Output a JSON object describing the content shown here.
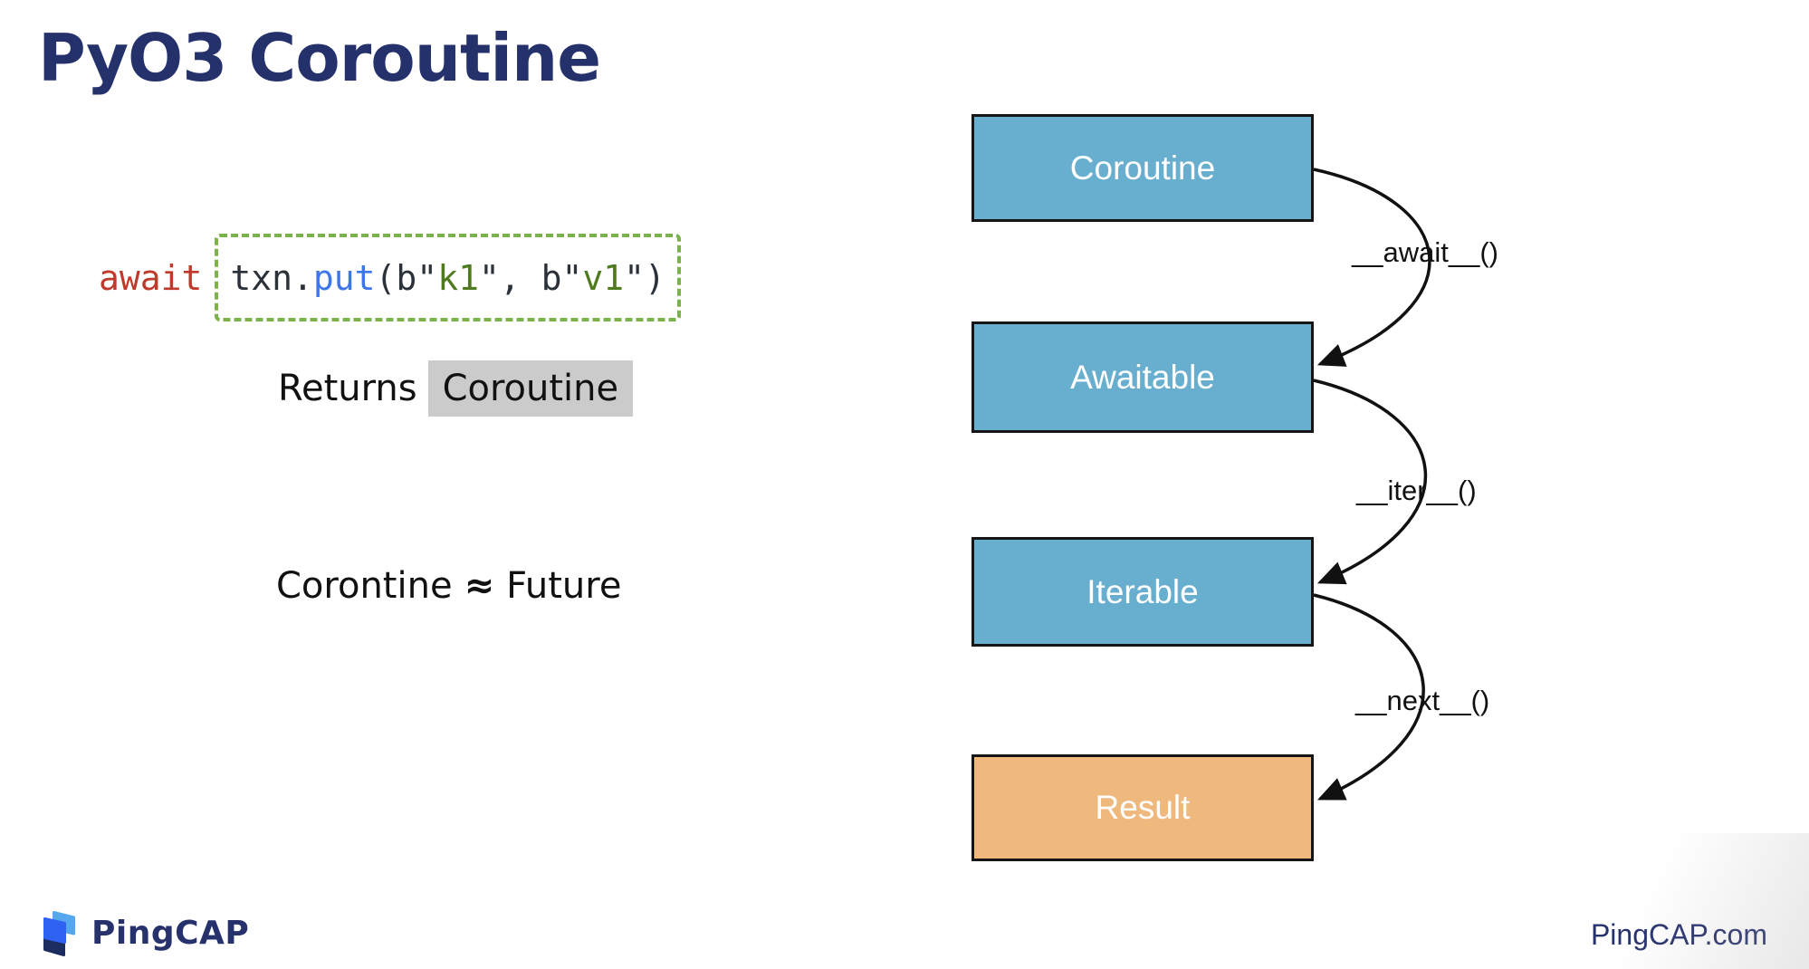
{
  "title": "PyO3 Coroutine",
  "code": {
    "keyword": "await",
    "tokens": [
      {
        "t": "txn."
      },
      {
        "t": "put"
      },
      {
        "t": "(b\""
      },
      {
        "t": "k1"
      },
      {
        "t": "\", b\""
      },
      {
        "t": "v1"
      },
      {
        "t": "\")"
      }
    ]
  },
  "notes": {
    "returns_label": "Returns",
    "returns_value": "Coroutine",
    "equiv_left": "Corontine",
    "equiv_symbol": "≈",
    "equiv_right": "Future"
  },
  "diagram": {
    "boxes": [
      {
        "label": "Coroutine",
        "color": "blue"
      },
      {
        "label": "Awaitable",
        "color": "blue"
      },
      {
        "label": "Iterable",
        "color": "blue"
      },
      {
        "label": "Result",
        "color": "orange"
      }
    ],
    "arrows": [
      {
        "label": "__await__()",
        "from": "Coroutine",
        "to": "Awaitable"
      },
      {
        "label": "__iter__()",
        "from": "Awaitable",
        "to": "Iterable"
      },
      {
        "label": "__next__()",
        "from": "Iterable",
        "to": "Result"
      }
    ]
  },
  "footer": {
    "logo_text": "PingCAP",
    "site": "PingCAP.com"
  },
  "colors": {
    "title-navy": "#25316B",
    "box-blue": "#68AECE",
    "box-orange": "#EFB97E",
    "box-border": "#151515",
    "chip-bg": "#CBCBCB",
    "dashed-green": "#7BB24C",
    "code-keyword": "#C03A2B",
    "code-fn": "#3D76E8",
    "code-str": "#4F7A1F",
    "code-plain": "#2B3138",
    "navy": "#27326D",
    "arrow-black": "#111111",
    "logo-light-blue": "#55A7EF",
    "logo-blue": "#2F62F3",
    "logo-navy": "#1D2C5F"
  }
}
